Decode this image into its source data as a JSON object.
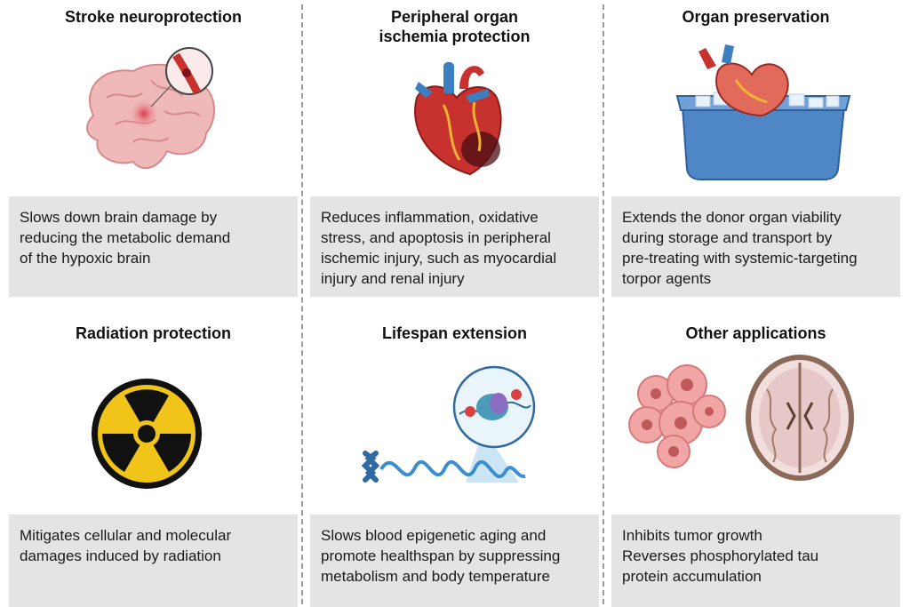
{
  "panels": [
    {
      "title": "Stroke neuroprotection",
      "icon": "brain-icon",
      "lines": [
        "Slows down brain damage by",
        "reducing the metabolic demand",
        "of the hypoxic brain"
      ]
    },
    {
      "title_lines": [
        "Peripheral organ",
        "ischemia protection"
      ],
      "icon": "heart-icon",
      "lines": [
        "Reduces inflammation, oxidative",
        "stress, and apoptosis in peripheral",
        "ischemic injury, such as myocardial",
        "injury and renal injury"
      ]
    },
    {
      "title": "Organ preservation",
      "icon": "heart-in-ice-box-icon",
      "lines": [
        "Extends the donor organ viability",
        "during storage and transport by",
        "pre-treating with systemic-targeting",
        "torpor agents"
      ]
    },
    {
      "title": "Radiation protection",
      "icon": "radiation-icon",
      "lines": [
        "Mitigates cellular and molecular",
        "damages induced by radiation"
      ]
    },
    {
      "title": "Lifespan extension",
      "icon": "chromosome-dna-icon",
      "lines": [
        "Slows blood epigenetic aging and",
        "promote healthspan by suppressing",
        "metabolism and body temperature"
      ]
    },
    {
      "title": "Other applications",
      "icon": "tumor-cells-and-brain-slice-icon",
      "lines": [
        "Inhibits tumor growth",
        "Reverses phosphorylated tau",
        "protein accumulation"
      ]
    }
  ],
  "colors": {
    "panel_bg": "#e4e4e4",
    "separator": "#9a9a9a",
    "radiation_yellow": "#f0c419",
    "heart_red": "#c8322e",
    "vessel_blue": "#3c7fc1",
    "ice_box_blue": "#4f86c6",
    "brain_pink": "#f0b9b9"
  }
}
